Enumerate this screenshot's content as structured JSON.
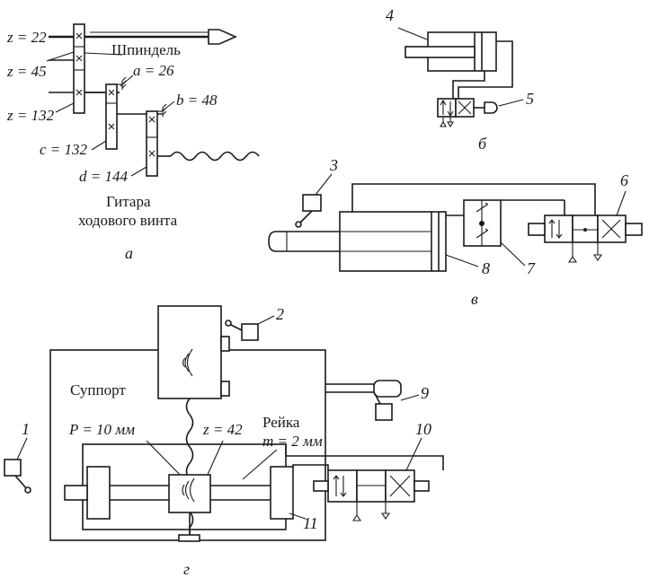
{
  "panel_a": {
    "z1": "z = 22",
    "z2": "z = 45",
    "z3": "z = 132",
    "a": "a = 26",
    "b": "b = 48",
    "c": "c = 132",
    "d": "d = 144",
    "spindle": "Шпиндель",
    "guitar_line1": "Гитара",
    "guitar_line2": "ходового винта",
    "caption": "а"
  },
  "panel_b": {
    "n4": "4",
    "n5": "5",
    "caption": "б"
  },
  "panel_v": {
    "n3": "3",
    "n6": "6",
    "n7": "7",
    "n8": "8",
    "caption": "в"
  },
  "panel_g": {
    "n1": "1",
    "n2": "2",
    "n9": "9",
    "n10": "10",
    "n11": "11",
    "support": "Суппорт",
    "rack": "Рейка",
    "pitch": "P = 10 мм",
    "teeth": "z = 42",
    "module": "m = 2 мм",
    "caption": "г"
  }
}
